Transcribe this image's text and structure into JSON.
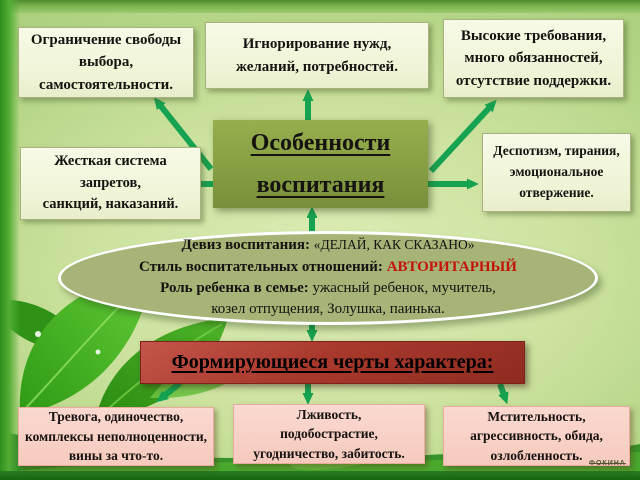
{
  "slide": {
    "center_box": {
      "title": "Особенности \nвоспитания"
    },
    "top_boxes": [
      {
        "text": "Ограничение свободы\nвыбора,\nсамостоятельности."
      },
      {
        "text": "Игнорирование нужд,\nжеланий, потребностей."
      },
      {
        "text": "Высокие требования,\nмного обязанностей,\nотсутствие поддержки."
      }
    ],
    "left_box": {
      "text": "Жесткая система\nзапретов,\nсанкций, наказаний."
    },
    "right_box": {
      "text": "Деспотизм, тирания,\nэмоциональное\nотвержение."
    },
    "oval": {
      "motto_label": "Девиз воспитания:",
      "motto_value": "«ДЕЛАЙ, КАК СКАЗАНО»",
      "style_label": "Стиль воспитательных отношений:",
      "style_value": "АВТОРИТАРНЫЙ",
      "role_label": "Роль ребенка в семье:",
      "role_value": "ужасный ребенок, мучитель,",
      "role_value_cont": "козел отпущения, Золушка, паинька."
    },
    "heading": {
      "text": "Формирующиеся черты характера:"
    },
    "bottom_boxes": [
      {
        "text": "Тревога, одиночество,\nкомплексы неполноценности,\nвины за что-то."
      },
      {
        "text": "Лживость,\nподобострастие,\nугодничество, забитость."
      },
      {
        "text": "Мстительность,\nагрессивность, обида,\nозлобленность."
      }
    ],
    "watermark": "ФОКИНА",
    "colors": {
      "arrow_green": "#16a351",
      "accent_red_text": "#c41309",
      "center_box_green": "#869f43",
      "heading_red": "#aa392d",
      "cream_box": "#f3f7dc",
      "pink_box": "#f8d0c6",
      "oval_fill": "#a6b478",
      "frame_green_dark": "#15640f"
    }
  }
}
